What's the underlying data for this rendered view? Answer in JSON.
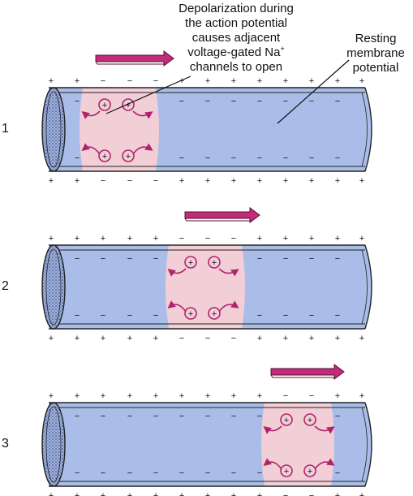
{
  "annotations": {
    "depolarization": {
      "lines": [
        "Depolarization during",
        "the action potential",
        "causes adjacent",
        "voltage-gated Na"
      ],
      "superscript": "+",
      "last_line": "channels to open"
    },
    "resting": {
      "lines": [
        "Resting",
        "membrane",
        "potential"
      ]
    }
  },
  "steps": [
    {
      "number": "1"
    },
    {
      "number": "2"
    },
    {
      "number": "3"
    }
  ],
  "symbols": {
    "plus": "+",
    "minus": "−"
  },
  "colors": {
    "axon_blue": "#a9bde8",
    "depolarized_pink": "#f2cfd6",
    "arrow_magenta": "#b0246e",
    "outline": "#222222"
  },
  "icons": [
    "propagation-arrow-icon",
    "na-ion-icon",
    "ion-flow-arrow-icon"
  ]
}
